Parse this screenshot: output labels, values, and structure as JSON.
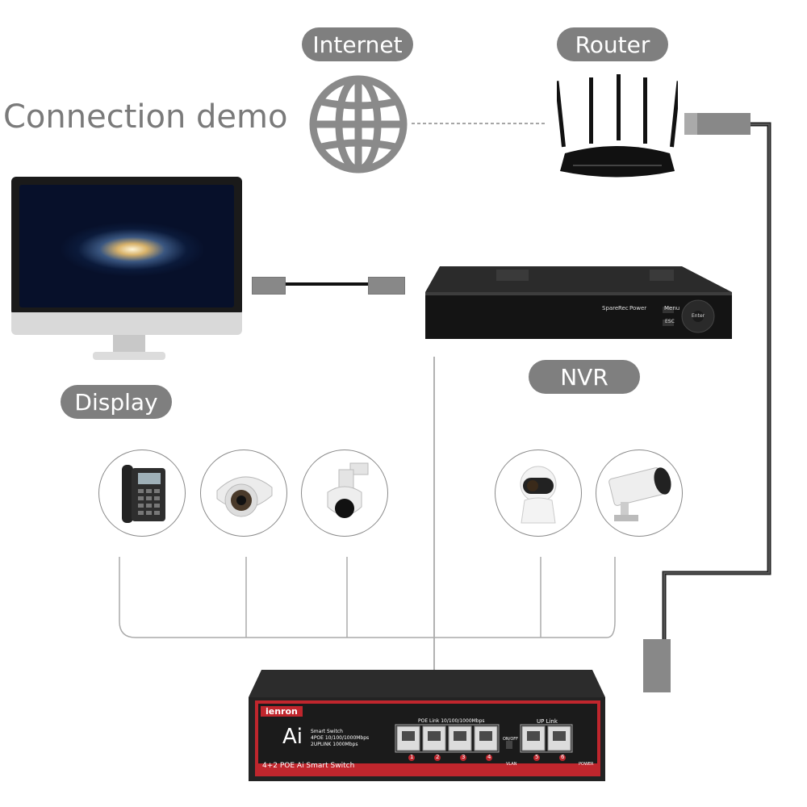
{
  "diagram": {
    "title": "Connection demo",
    "labels": {
      "internet": "Internet",
      "router": "Router",
      "display": "Display",
      "nvr": "NVR"
    },
    "nvr_panel": {
      "spare": "Spare",
      "rec": "Rec",
      "power": "Power",
      "menu": "Menu",
      "esc": "ESC",
      "enter": "Enter"
    },
    "switch": {
      "brand": "ienron",
      "logo": "Ai",
      "line1": "Smart Switch",
      "line2": "4POE 10/100/1000Mbps",
      "line3": "2UPLINK 1000Mbps",
      "bottom_label": "4+2 POE Ai Smart Switch",
      "poe_header": "POE Link 10/100/1000Mbps",
      "uplink_header": "UP Link",
      "on_off": "ON/OFF",
      "vlan": "VLAN",
      "power": "POWER",
      "ports": [
        "1",
        "2",
        "3",
        "4",
        "5",
        "6"
      ]
    },
    "colors": {
      "pill": "#7f7f7f",
      "line": "#999999",
      "switch_red": "#c0262d",
      "switch_body": "#2a2a2a"
    }
  }
}
